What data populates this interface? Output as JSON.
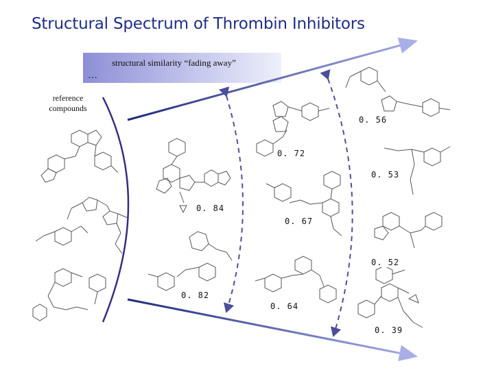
{
  "title": "Structural Spectrum of Thrombin Inhibitors",
  "banner": {
    "text": "structural similarity “fading away”",
    "ellipsis": "…"
  },
  "reference_label": "reference compounds",
  "scores": {
    "s056": "0. 56",
    "s072": "0. 72",
    "s053": "0. 53",
    "s084": "0. 84",
    "s067": "0. 67",
    "s052": "0. 52",
    "s082": "0. 82",
    "s064": "0. 64",
    "s039": "0. 39"
  },
  "colors": {
    "title": "#1f2d86",
    "arc_solid": "#3a2a86",
    "arc_dashed": "#4b4f9a",
    "arrow": "#8a8fd8"
  }
}
